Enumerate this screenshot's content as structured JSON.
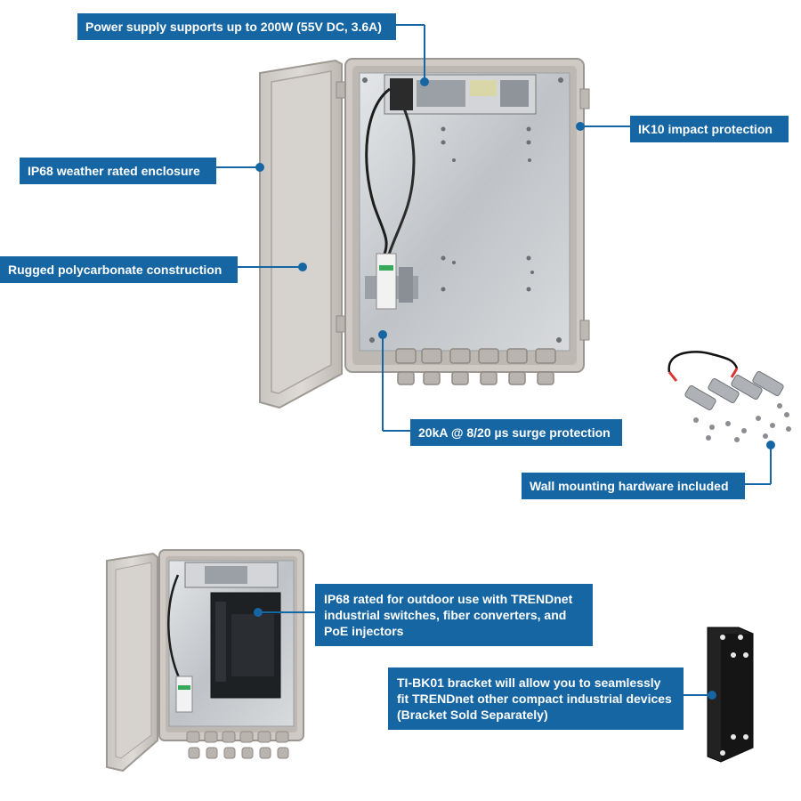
{
  "callouts": {
    "power_supply": "Power supply supports up to 200W (55V DC, 3.6A)",
    "ik10": "IK10 impact protection",
    "ip68_enclosure": "IP68 weather rated enclosure",
    "polycarbonate": "Rugged polycarbonate construction",
    "surge": "20kA @ 8/20 µs surge protection",
    "wall_mount": "Wall mounting hardware included",
    "outdoor_use": [
      "IP68 rated for outdoor use with TRENDnet",
      "industrial switches, fiber converters, and",
      "PoE injectors"
    ],
    "bracket": [
      "TI-BK01 bracket will allow you to seamlessly",
      "fit TRENDnet other compact industrial devices",
      "(Bracket Sold Separately)"
    ]
  },
  "colors": {
    "callout_bg": "#1666a4",
    "leader_line": "#1666a4",
    "enclosure": "#cfcac4",
    "backplate": "#c6c9cc"
  }
}
